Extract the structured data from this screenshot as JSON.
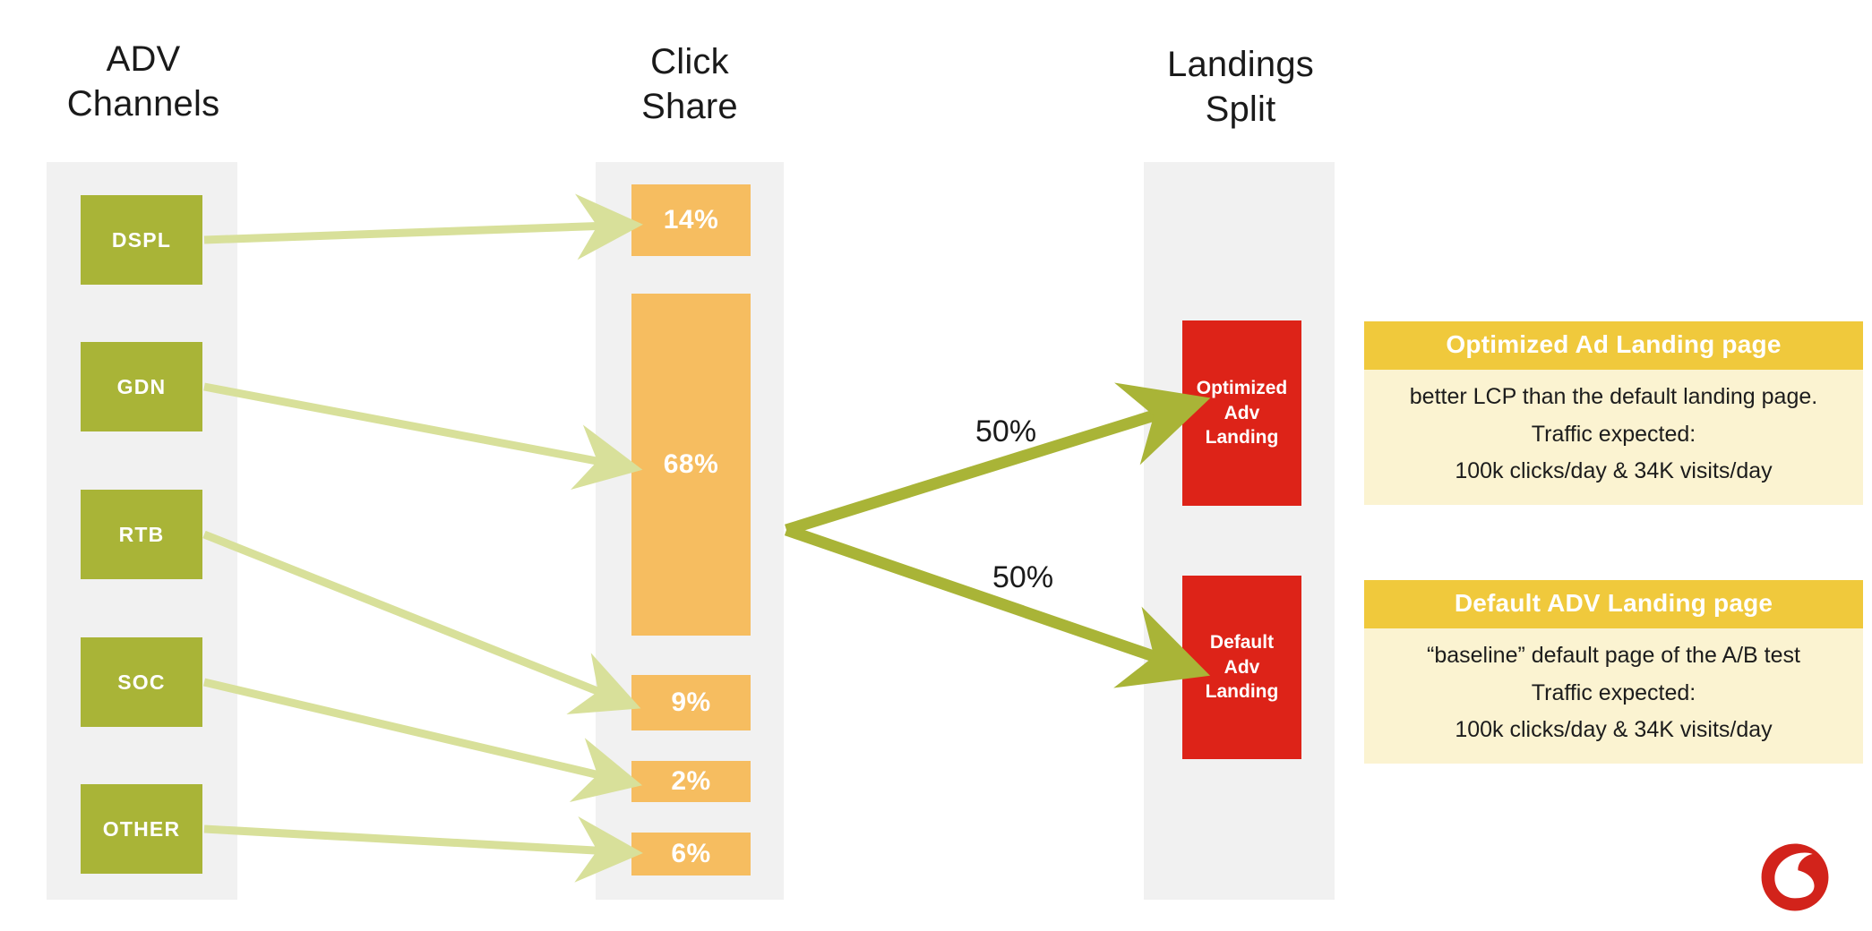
{
  "columns": {
    "adv": {
      "title_line1": "ADV",
      "title_line2": "Channels"
    },
    "click": {
      "title_line1": "Click",
      "title_line2": "Share"
    },
    "landings": {
      "title_line1": "Landings",
      "title_line2": "Split"
    }
  },
  "adv_channels": [
    {
      "label": "DSPL"
    },
    {
      "label": "GDN"
    },
    {
      "label": "RTB"
    },
    {
      "label": "SOC"
    },
    {
      "label": "OTHER"
    }
  ],
  "click_share": [
    {
      "label": "14%"
    },
    {
      "label": "68%"
    },
    {
      "label": "9%"
    },
    {
      "label": "2%"
    },
    {
      "label": "6%"
    }
  ],
  "split": {
    "top_label": "50%",
    "bottom_label": "50%"
  },
  "landings": [
    {
      "line1": "Optimized",
      "line2": "Adv",
      "line3": "Landing"
    },
    {
      "line1": "Default",
      "line2": "Adv",
      "line3": "Landing"
    }
  ],
  "info_cards": [
    {
      "heading": "Optimized Ad Landing page",
      "line1": "better LCP than the default landing page.",
      "line2": "Traffic expected:",
      "line3": "100k clicks/day  & 34K visits/day"
    },
    {
      "heading": "Default ADV Landing page",
      "line1": "“baseline” default page of the A/B test",
      "line2": "Traffic expected:",
      "line3": "100k clicks/day  & 34K visits/day"
    }
  ],
  "brand": {
    "logo_name": "vodafone-logo"
  },
  "colors": {
    "channel_green": "#a9b437",
    "share_orange": "#f6bd60",
    "landing_red": "#dd2318",
    "info_head_yellow": "#f0c93c",
    "info_body_cream": "#fbf3d1",
    "panel_grey": "#f1f1f1",
    "arrow_light_green": "#d8e09a",
    "arrow_olive": "#a9b437",
    "logo_red": "#d2231b"
  },
  "chart_data": {
    "type": "bar",
    "title": "ADV Channels → Click Share → Landings Split",
    "categories": [
      "DSPL",
      "GDN",
      "RTB",
      "SOC",
      "OTHER"
    ],
    "values": [
      14,
      68,
      9,
      2,
      6
    ],
    "value_labels": [
      "14%",
      "68%",
      "9%",
      "2%",
      "6%"
    ],
    "xlabel": "ADV Channels",
    "ylabel": "Click Share",
    "ylim": [
      0,
      100
    ],
    "grid": false,
    "legend": "none",
    "downstream": {
      "name": "Landings Split",
      "categories": [
        "Optimized Adv Landing",
        "Default Adv Landing"
      ],
      "values": [
        50,
        50
      ],
      "value_labels": [
        "50%",
        "50%"
      ]
    }
  }
}
